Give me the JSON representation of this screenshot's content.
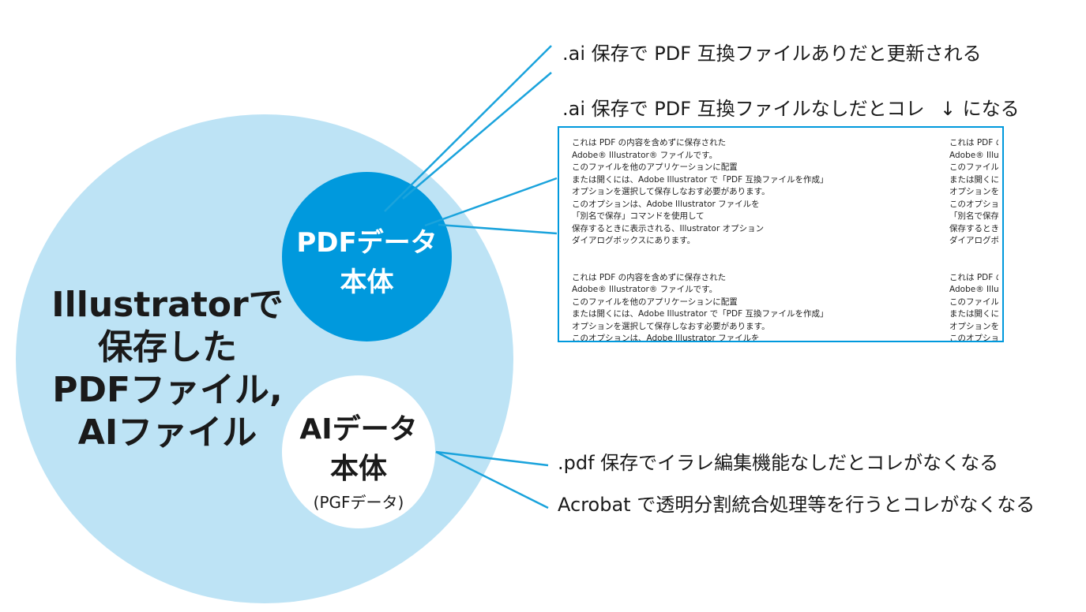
{
  "colors": {
    "accent": "#0099dd",
    "light": "#bde3f5",
    "line": "#1aa3dc"
  },
  "main_label": {
    "lines": [
      "Illustratorで",
      "保存した",
      "PDFファイル,",
      "AIファイル"
    ]
  },
  "pdf_circle": {
    "lines": [
      "PDFデータ",
      "本体"
    ]
  },
  "ai_circle": {
    "lines": [
      "AIデータ",
      "本体"
    ],
    "sub": "(PGFデータ)"
  },
  "notes": [
    ".ai 保存で PDF 互換ファイルありだと更新される",
    ".ai 保存で PDF 互換ファイルなしだとコレ",
    ".pdf 保存でイラレ編集機能なしだとコレがなくなる",
    "Acrobat で透明分割統合処理等を行うとコレがなくなる"
  ],
  "note_2_suffix": "になる",
  "arrow_glyph": "↓",
  "preview": {
    "paragraph": [
      "これは PDF の内容を含めずに保存された",
      "Adobe® Illustrator® ファイルです。",
      "このファイルを他のアプリケーションに配置",
      "または開くには、Adobe Illustrator で「PDF 互換ファイルを作成」",
      "オプションを選択して保存しなおす必要があります。",
      "このオプションは、Adobe Illustrator ファイルを",
      "「別名で保存」コマンドを使用して",
      "保存するときに表示される、Illustrator オプション",
      "ダイアログボックスにあります。"
    ],
    "paragraph_2": [
      "これは PDF の内容を含めずに保存された",
      "Adobe® Illustrator® ファイルです。",
      "このファイルを他のアプリケーションに配置",
      "または開くには、Adobe Illustrator で「PDF 互換ファイルを作成」",
      "オプションを選択して保存しなおす必要があります。",
      "このオプションは、Adobe Illustrator ファイルを"
    ]
  }
}
